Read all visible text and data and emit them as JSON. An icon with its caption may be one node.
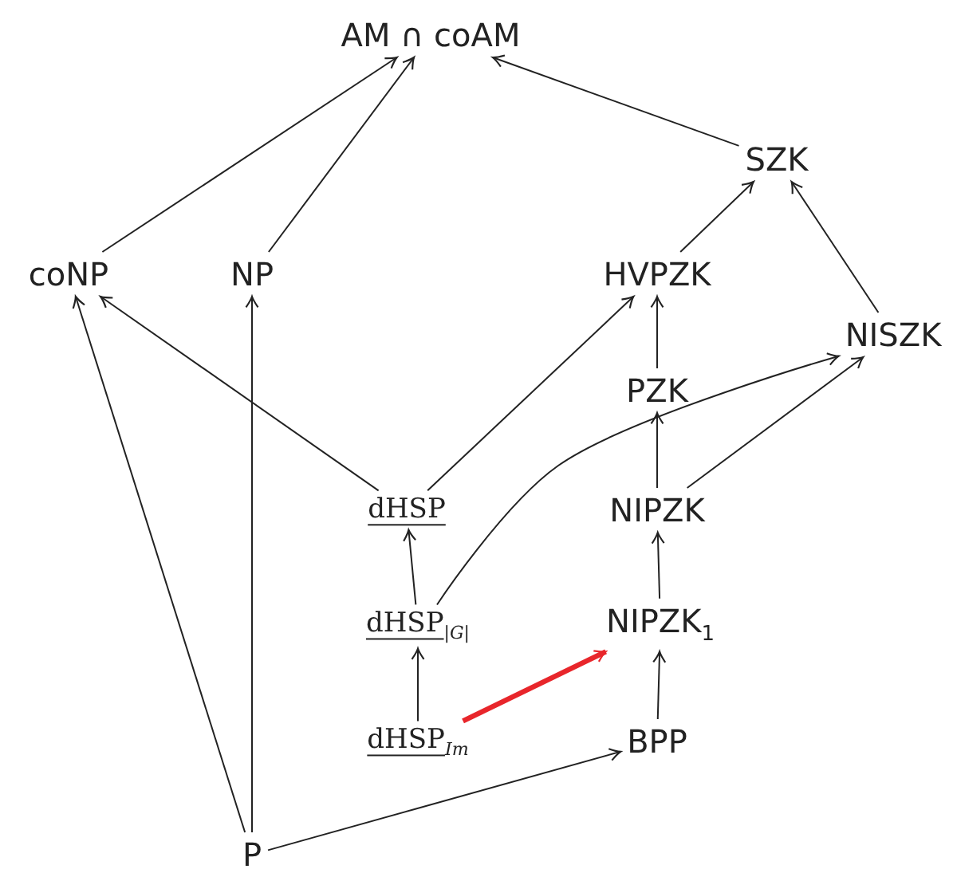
{
  "diagram": {
    "nodes": [
      {
        "text": [
          "AM ∩ coAM"
        ]
      },
      {
        "text": [
          "SZK"
        ]
      },
      {
        "text": [
          "coNP"
        ]
      },
      {
        "text": [
          "NP"
        ]
      },
      {
        "text": [
          "HVPZK"
        ]
      },
      {
        "text": [
          "NISZK"
        ]
      },
      {
        "text": [
          "PZK"
        ]
      },
      {
        "text": [
          "dHSP"
        ]
      },
      {
        "text": [
          "NIPZK"
        ]
      },
      {
        "text": [
          "dHSP$_{|G|}$"
        ]
      },
      {
        "text": [
          "NIPZK$_{1}$"
        ]
      },
      {
        "text": [
          "dHSP$_{Im}$"
        ]
      },
      {
        "text": [
          "BPP"
        ]
      },
      {
        "text": [
          "P"
        ]
      }
    ],
    "edges": [
      {
        "from": 2,
        "to": 0,
        "arrow": "to"
      },
      {
        "from": 3,
        "to": 0,
        "arrow": "to"
      },
      {
        "from": 1,
        "to": 0,
        "arrow": "to"
      },
      {
        "from": 4,
        "to": 1,
        "arrow": "to"
      },
      {
        "from": 5,
        "to": 1,
        "arrow": "to"
      },
      {
        "from": 6,
        "to": 4,
        "arrow": "to"
      },
      {
        "from": 8,
        "to": 6,
        "arrow": "to"
      },
      {
        "from": 8,
        "to": 5,
        "arrow": "to"
      },
      {
        "from": 7,
        "to": 2,
        "arrow": "to"
      },
      {
        "from": 7,
        "to": 4,
        "arrow": "to"
      },
      {
        "from": 9,
        "to": 5,
        "arrow": "to"
      },
      {
        "from": 9,
        "to": 7,
        "arrow": "to"
      },
      {
        "from": 10,
        "to": 8,
        "arrow": "to"
      },
      {
        "from": 11,
        "to": 9,
        "arrow": "to"
      },
      {
        "from": 12,
        "to": 10,
        "arrow": "to"
      },
      {
        "from": 11,
        "to": 10,
        "arrow": "to",
        "style": "thick",
        "color": "#e8262b"
      },
      {
        "from": 13,
        "to": 2,
        "arrow": "to"
      },
      {
        "from": 13,
        "to": 3,
        "arrow": "to"
      },
      {
        "from": 13,
        "to": 12,
        "arrow": "to"
      }
    ]
  }
}
